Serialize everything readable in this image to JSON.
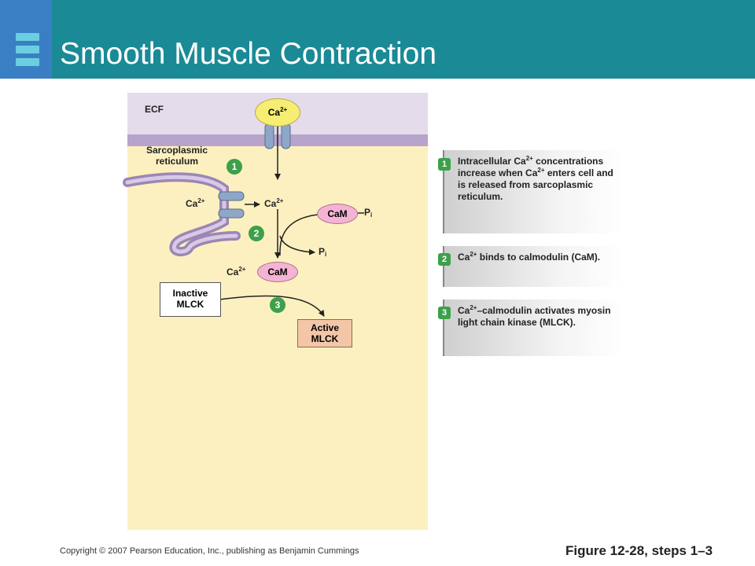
{
  "header": {
    "title": "Smooth Muscle Contraction"
  },
  "diagram": {
    "ecf_label": "ECF",
    "sr_label_line1": "Sarcoplasmic",
    "sr_label_line2": "reticulum",
    "ion": "Ca",
    "ion_charge": "2+",
    "cam": "CaM",
    "pi": "P",
    "pi_sub": "i",
    "inactive_line1": "Inactive",
    "inactive_line2": "MLCK",
    "active_line1": "Active",
    "active_line2": "MLCK",
    "step_numbers": [
      "1",
      "2",
      "3"
    ]
  },
  "steps": [
    {
      "number": "1",
      "parts": [
        "Intracellular Ca",
        "2+",
        " concentrations increase when Ca",
        "2+",
        " enters cell and is released from sarcoplasmic reticulum."
      ]
    },
    {
      "number": "2",
      "parts": [
        "Ca",
        "2+",
        " binds to calmodulin (CaM)."
      ]
    },
    {
      "number": "3",
      "parts": [
        "Ca",
        "2+",
        "–calmodulin activates myosin light chain kinase (MLCK)."
      ]
    }
  ],
  "footer": {
    "copyright": "Copyright © 2007 Pearson Education, Inc., publishing as Benjamin Cummings",
    "figure": "Figure 12-28, steps 1–3"
  },
  "colors": {
    "header": "#1a8a96",
    "logo_square": "#3a7fc4",
    "cytosol": "#fdf0c0",
    "ecf": "#e4dcea",
    "membrane": "#b7a3cc",
    "step_badge": "#3da04b",
    "calcium": "#f6ee72",
    "calmodulin": "#f5b3d3",
    "active_mlck": "#f4c6a8"
  }
}
